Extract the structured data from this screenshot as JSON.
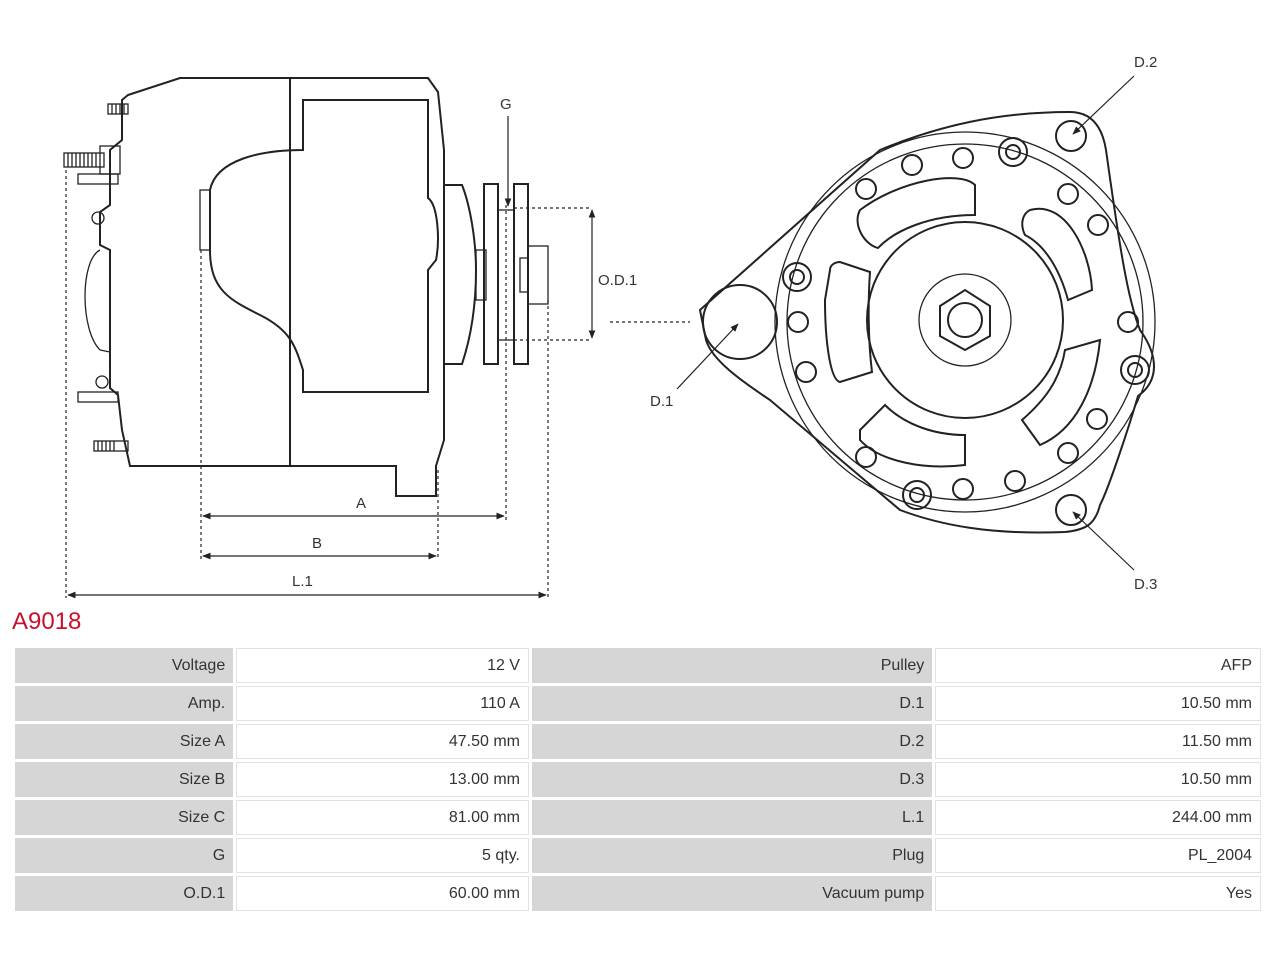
{
  "part_number": "A9018",
  "labels": {
    "a": "A",
    "b": "B",
    "l1": "L.1",
    "g": "G",
    "od1": "O.D.1",
    "d1": "D.1",
    "d2": "D.2",
    "d3": "D.3"
  },
  "specs": [
    {
      "k1": "Voltage",
      "v1": "12 V",
      "k2": "Pulley",
      "v2": "AFP"
    },
    {
      "k1": "Amp.",
      "v1": "110 A",
      "k2": "D.1",
      "v2": "10.50 mm"
    },
    {
      "k1": "Size A",
      "v1": "47.50 mm",
      "k2": "D.2",
      "v2": "11.50 mm"
    },
    {
      "k1": "Size B",
      "v1": "13.00 mm",
      "k2": "D.3",
      "v2": "10.50 mm"
    },
    {
      "k1": "Size C",
      "v1": "81.00 mm",
      "k2": "L.1",
      "v2": "244.00 mm"
    },
    {
      "k1": "G",
      "v1": "5 qty.",
      "k2": "Plug",
      "v2": "PL_2004"
    },
    {
      "k1": "O.D.1",
      "v1": "60.00 mm",
      "k2": "Vacuum pump",
      "v2": "Yes"
    }
  ],
  "colors": {
    "accent": "#c8102e",
    "key_bg": "#d6d6d6",
    "line": "#222222"
  }
}
